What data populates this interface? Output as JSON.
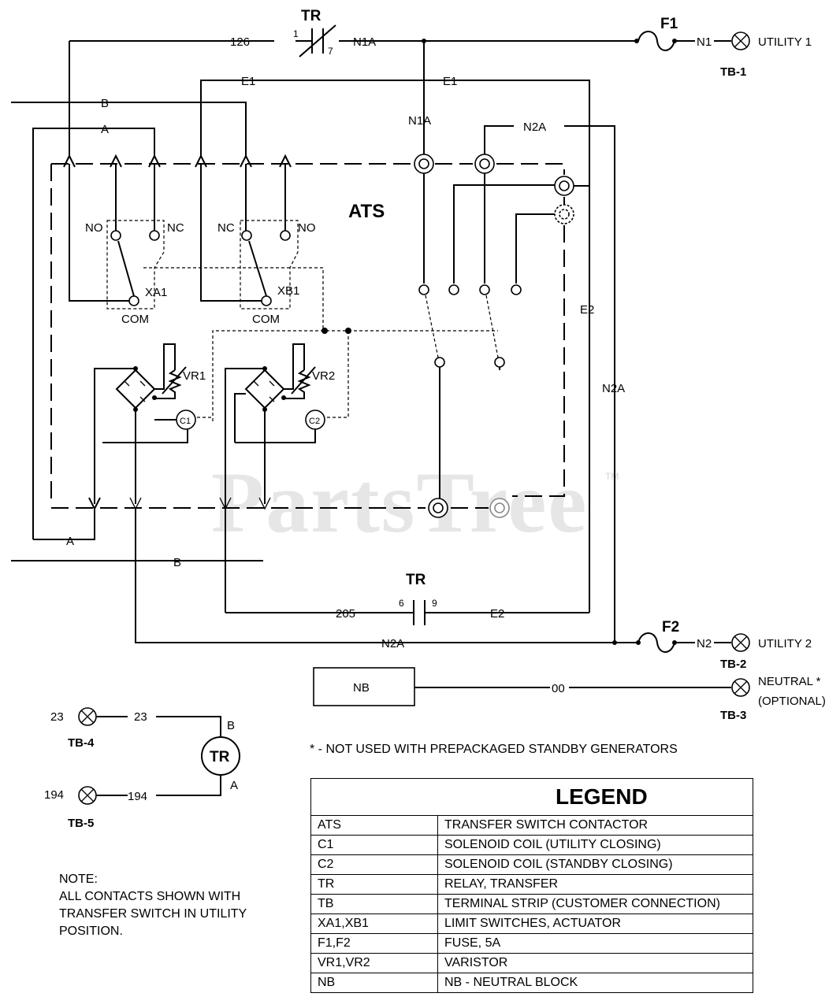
{
  "watermark": {
    "text": "PartsTree",
    "tm": "TM"
  },
  "diagram": {
    "contactor_label": "ATS",
    "relay_top": {
      "name": "TR",
      "pin_a": "1",
      "pin_b": "7"
    },
    "relay_bottom": {
      "name": "TR",
      "pin_a": "6",
      "pin_b": "9"
    },
    "relay_coil": {
      "name": "TR",
      "pin_b": "B",
      "pin_a": "A"
    },
    "wires": {
      "w126": "126",
      "n1a": "N1A",
      "n1a_v": "N1A",
      "e1_left": "E1",
      "e1_right": "E1",
      "b_top": "B",
      "a_top": "A",
      "n2a_top": "N2A",
      "e2_right": "E2",
      "n2a_right": "N2A",
      "a_bottom": "A",
      "b_bottom": "B",
      "w205": "205",
      "e2_bottom": "E2",
      "n2a_bottom": "N2A",
      "n1": "N1",
      "n2": "N2",
      "w00": "00",
      "w23": "23",
      "w194": "194"
    },
    "fuses": {
      "f1": "F1",
      "f2": "F2"
    },
    "terminals": {
      "utility1": "UTILITY 1",
      "tb1": "TB-1",
      "utility2": "UTILITY 2",
      "tb2": "TB-2",
      "neutral": "NEUTRAL *",
      "optional": "(OPTIONAL)",
      "tb3": "TB-3",
      "t23": "23",
      "tb4": "TB-4",
      "t194": "194",
      "tb5": "TB-5"
    },
    "switches": {
      "xa1": {
        "name": "XA1",
        "no": "NO",
        "nc": "NC",
        "com": "COM"
      },
      "xb1": {
        "name": "XB1",
        "no": "NO",
        "nc": "NC",
        "com": "COM"
      }
    },
    "varistors": {
      "vr1": "VR1",
      "vr2": "VR2"
    },
    "coils": {
      "c1": "C1",
      "c2": "C2"
    },
    "neutral_block": "NB"
  },
  "footnote": "* - NOT USED WITH PREPACKAGED STANDBY GENERATORS",
  "note": {
    "title": "NOTE:",
    "lines": [
      "ALL CONTACTS SHOWN WITH",
      "TRANSFER SWITCH IN UTILITY",
      "POSITION."
    ]
  },
  "legend": {
    "title": "LEGEND",
    "rows": [
      {
        "key": "ATS",
        "value": "TRANSFER SWITCH CONTACTOR"
      },
      {
        "key": "C1",
        "value": "SOLENOID COIL (UTILITY CLOSING)"
      },
      {
        "key": "C2",
        "value": "SOLENOID COIL (STANDBY CLOSING)"
      },
      {
        "key": "TR",
        "value": "RELAY, TRANSFER"
      },
      {
        "key": "TB",
        "value": "TERMINAL STRIP (CUSTOMER CONNECTION)"
      },
      {
        "key": "XA1,XB1",
        "value": "LIMIT SWITCHES, ACTUATOR"
      },
      {
        "key": "F1,F2",
        "value": "FUSE, 5A"
      },
      {
        "key": "VR1,VR2",
        "value": "VARISTOR"
      },
      {
        "key": "NB",
        "value": "NB - NEUTRAL BLOCK"
      }
    ]
  }
}
